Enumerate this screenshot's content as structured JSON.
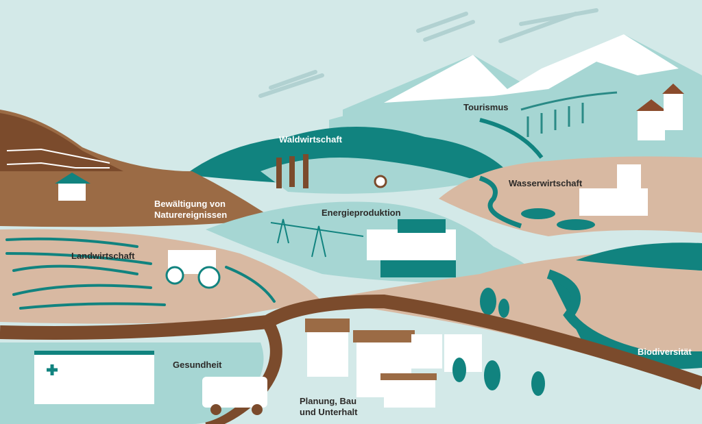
{
  "labels": {
    "tourismus": "Tourismus",
    "waldwirtschaft": "Waldwirtschaft",
    "wasserwirtschaft": "Wasserwirtschaft",
    "naturereignisse_line1": "Bewältigung von",
    "naturereignisse_line2": "Naturereignissen",
    "energieproduktion": "Energieproduktion",
    "landwirtschaft": "Landwirtschaft",
    "biodiversitaet": "Biodiversität",
    "gesundheit": "Gesundheit",
    "planung_line1": "Planung, Bau",
    "planung_line2": "und Unterhalt"
  },
  "colors": {
    "sky": "#d3e9e8",
    "teal": "#11837f",
    "light_teal": "#a6d6d3",
    "tan": "#d8b9a2",
    "brown": "#7b4b2c",
    "white": "#ffffff"
  }
}
